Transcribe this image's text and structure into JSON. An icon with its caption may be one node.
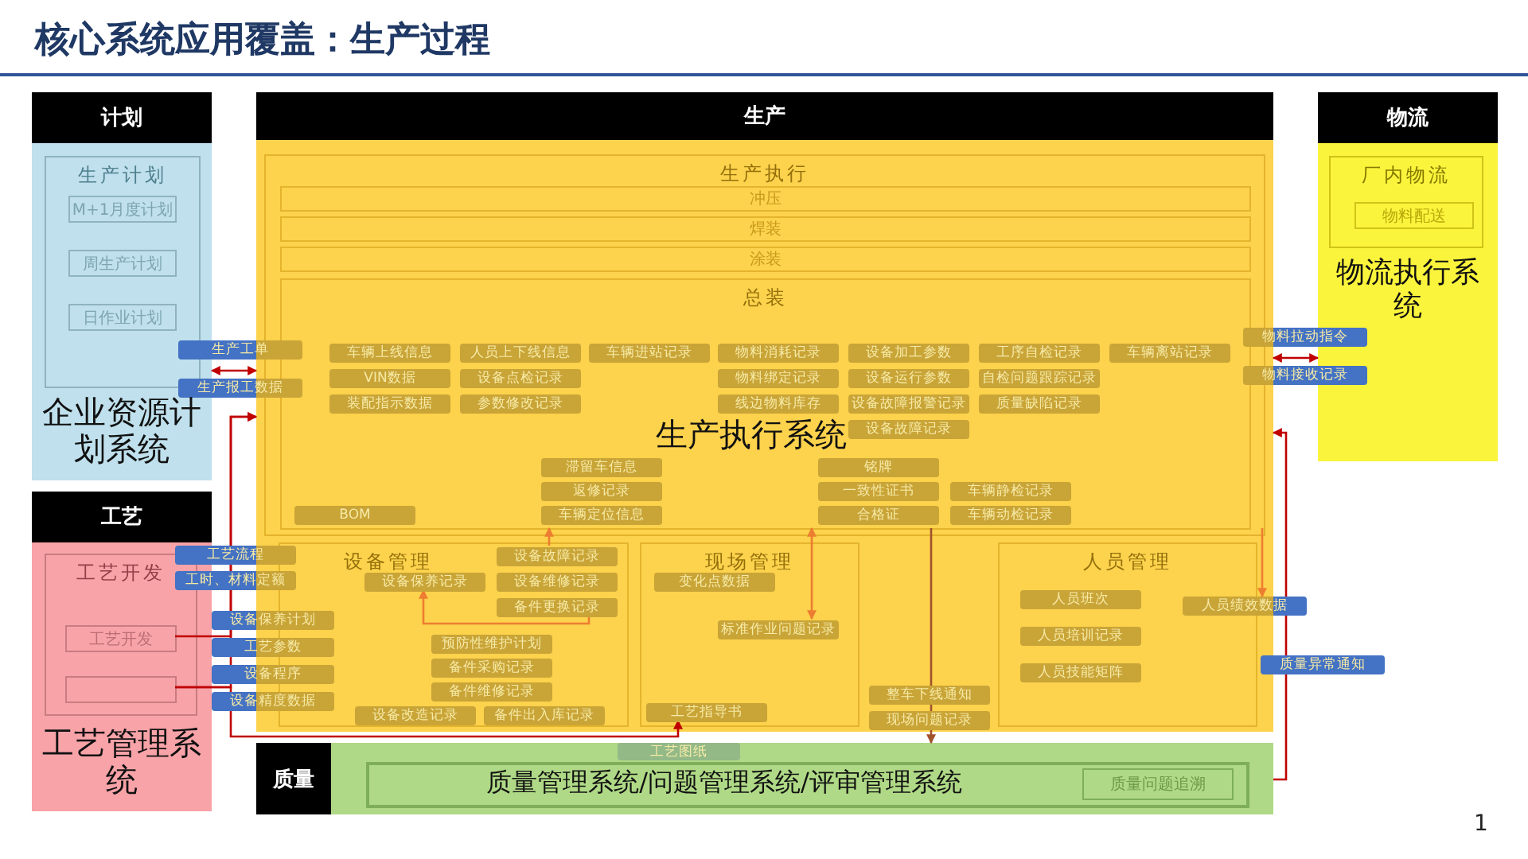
{
  "diagram": {
    "title": "核心系统应用覆盖：生产过程",
    "nodes": [
      {
        "text": [
          "计划"
        ]
      },
      {
        "text": [
          "企业资源计划系统"
        ]
      },
      {
        "text": [
          "生产计划"
        ],
        "in": 1
      },
      {
        "text": [
          "M+1月度计划"
        ],
        "in": 2
      },
      {
        "text": [
          "周生产计划"
        ],
        "in": 2
      },
      {
        "text": [
          "日作业计划"
        ],
        "in": 2
      },
      {
        "text": [
          "生产"
        ]
      },
      {
        "text": [],
        "shape": "box"
      },
      {
        "text": [
          "生产执行"
        ],
        "in": 7
      },
      {
        "text": [
          "冲压"
        ],
        "in": 8
      },
      {
        "text": [
          "焊装"
        ],
        "in": 8
      },
      {
        "text": [
          "涂装"
        ],
        "in": 8
      },
      {
        "text": [
          "总装"
        ],
        "in": 8
      },
      {
        "text": [
          "车辆上线信息"
        ],
        "in": 12
      },
      {
        "text": [
          "VIN数据"
        ],
        "in": 12
      },
      {
        "text": [
          "装配指示数据"
        ],
        "in": 12
      },
      {
        "text": [
          "人员上下线信息"
        ],
        "in": 12
      },
      {
        "text": [
          "设备点检记录"
        ],
        "in": 12
      },
      {
        "text": [
          "参数修改记录"
        ],
        "in": 12
      },
      {
        "text": [
          "车辆进站记录"
        ],
        "in": 12
      },
      {
        "text": [
          "物料消耗记录"
        ],
        "in": 12
      },
      {
        "text": [
          "物料绑定记录"
        ],
        "in": 12
      },
      {
        "text": [
          "线边物料库存"
        ],
        "in": 12
      },
      {
        "text": [
          "设备加工参数"
        ],
        "in": 12
      },
      {
        "text": [
          "设备运行参数"
        ],
        "in": 12
      },
      {
        "text": [
          "设备故障报警记录"
        ],
        "in": 12
      },
      {
        "text": [
          "设备故障记录"
        ],
        "in": 12
      },
      {
        "text": [
          "工序自检记录"
        ],
        "in": 12
      },
      {
        "text": [
          "自检问题跟踪记录"
        ],
        "in": 12
      },
      {
        "text": [
          "质量缺陷记录"
        ],
        "in": 12
      },
      {
        "text": [
          "车辆离站记录"
        ],
        "in": 12
      },
      {
        "text": [
          "滞留车信息"
        ],
        "in": 12
      },
      {
        "text": [
          "返修记录"
        ],
        "in": 12
      },
      {
        "text": [
          "车辆定位信息"
        ],
        "in": 12
      },
      {
        "text": [
          "铭牌"
        ],
        "in": 12
      },
      {
        "text": [
          "一致性证书"
        ],
        "in": 12
      },
      {
        "text": [
          "合格证"
        ],
        "in": 12
      },
      {
        "text": [
          "车辆静检记录"
        ],
        "in": 12
      },
      {
        "text": [
          "车辆动检记录"
        ],
        "in": 12
      },
      {
        "text": [
          "BOM"
        ],
        "in": 12
      },
      {
        "text": [
          "设备管理"
        ],
        "in": 7
      },
      {
        "text": [
          "设备保养记录"
        ],
        "in": 40
      },
      {
        "text": [
          "设备故障记录"
        ],
        "in": 40
      },
      {
        "text": [
          "设备维修记录"
        ],
        "in": 40
      },
      {
        "text": [
          "备件更换记录"
        ],
        "in": 40
      },
      {
        "text": [
          "预防性维护计划"
        ],
        "in": 40
      },
      {
        "text": [
          "备件采购记录"
        ],
        "in": 40
      },
      {
        "text": [
          "备件维修记录"
        ],
        "in": 40
      },
      {
        "text": [
          "设备改造记录"
        ],
        "in": 40
      },
      {
        "text": [
          "备件出入库记录"
        ],
        "in": 40
      },
      {
        "text": [
          "现场管理"
        ],
        "in": 7
      },
      {
        "text": [
          "变化点数据"
        ],
        "in": 50
      },
      {
        "text": [
          "标准作业问题记录"
        ],
        "in": 50
      },
      {
        "text": [
          "工艺指导书"
        ],
        "in": 50
      },
      {
        "text": [
          "人员管理"
        ],
        "in": 7
      },
      {
        "text": [
          "人员班次"
        ],
        "in": 54
      },
      {
        "text": [
          "人员培训记录"
        ],
        "in": 54
      },
      {
        "text": [
          "人员技能矩阵"
        ],
        "in": 54
      },
      {
        "text": [
          "整车下线通知"
        ],
        "in": 7
      },
      {
        "text": [
          "现场问题记录"
        ],
        "in": 7
      },
      {
        "text": [
          "人员绩效数据"
        ]
      },
      {
        "text": [
          "物流"
        ]
      },
      {
        "text": [
          "物流执行系统"
        ]
      },
      {
        "text": [
          "厂内物流"
        ],
        "in": 62
      },
      {
        "text": [
          "物料配送"
        ],
        "in": 63
      },
      {
        "text": [
          "物料拉动指令"
        ]
      },
      {
        "text": [
          "物料接收记录"
        ]
      },
      {
        "text": [
          "工艺"
        ]
      },
      {
        "text": [
          "工艺管理系统"
        ]
      },
      {
        "text": [
          "工艺开发"
        ],
        "in": 68
      },
      {
        "text": [
          "工艺开发"
        ],
        "in": 69
      },
      {
        "text": [],
        "shape": "box",
        "in": 69
      },
      {
        "text": [
          "工艺流程"
        ]
      },
      {
        "text": [
          "工时、材料定额"
        ]
      },
      {
        "text": [
          "设备保养计划"
        ]
      },
      {
        "text": [
          "工艺参数"
        ]
      },
      {
        "text": [
          "设备程序"
        ]
      },
      {
        "text": [
          "设备精度数据"
        ]
      },
      {
        "text": [
          "生产工单"
        ]
      },
      {
        "text": [
          "生产报工数据"
        ]
      },
      {
        "text": [
          "质量"
        ]
      },
      {
        "text": [
          "质量管理系统/问题管理系统/评审管理系统"
        ]
      },
      {
        "text": [
          "质量问题追溯"
        ],
        "in": 81
      },
      {
        "text": [
          "质量异常通知"
        ]
      },
      {
        "text": [
          "工艺图纸"
        ],
        "in": 81
      },
      {
        "text": [
          "生产执行系统"
        ],
        "in": 12
      }
    ],
    "edges": [
      {
        "from": 1,
        "to": 7,
        "arrow": "both",
        "color": "#c00000"
      },
      {
        "from": 70,
        "to": 7,
        "arrow": "to",
        "color": "#c00000"
      },
      {
        "from": 71,
        "to": 7,
        "arrow": "to",
        "color": "#c00000"
      },
      {
        "from": 71,
        "to": 53,
        "arrow": "to",
        "color": "#c00000"
      },
      {
        "from": 62,
        "to": 7,
        "arrow": "both",
        "color": "#c00000"
      },
      {
        "from": 81,
        "to": 7,
        "arrow": "to",
        "color": "#c00000"
      },
      {
        "from": 42,
        "to": 12,
        "arrow": "to",
        "color": "#ed7d31"
      },
      {
        "from": 12,
        "to": 52,
        "arrow": "both",
        "color": "#ed7d31"
      },
      {
        "from": 12,
        "to": 60,
        "arrow": "to",
        "color": "#ed7d31"
      },
      {
        "from": 12,
        "to": 81,
        "arrow": "to",
        "color": "#a0522d"
      },
      {
        "from": 44,
        "to": 41,
        "arrow": "to",
        "color": "#ed7d31"
      }
    ],
    "labels": [
      "1"
    ]
  }
}
